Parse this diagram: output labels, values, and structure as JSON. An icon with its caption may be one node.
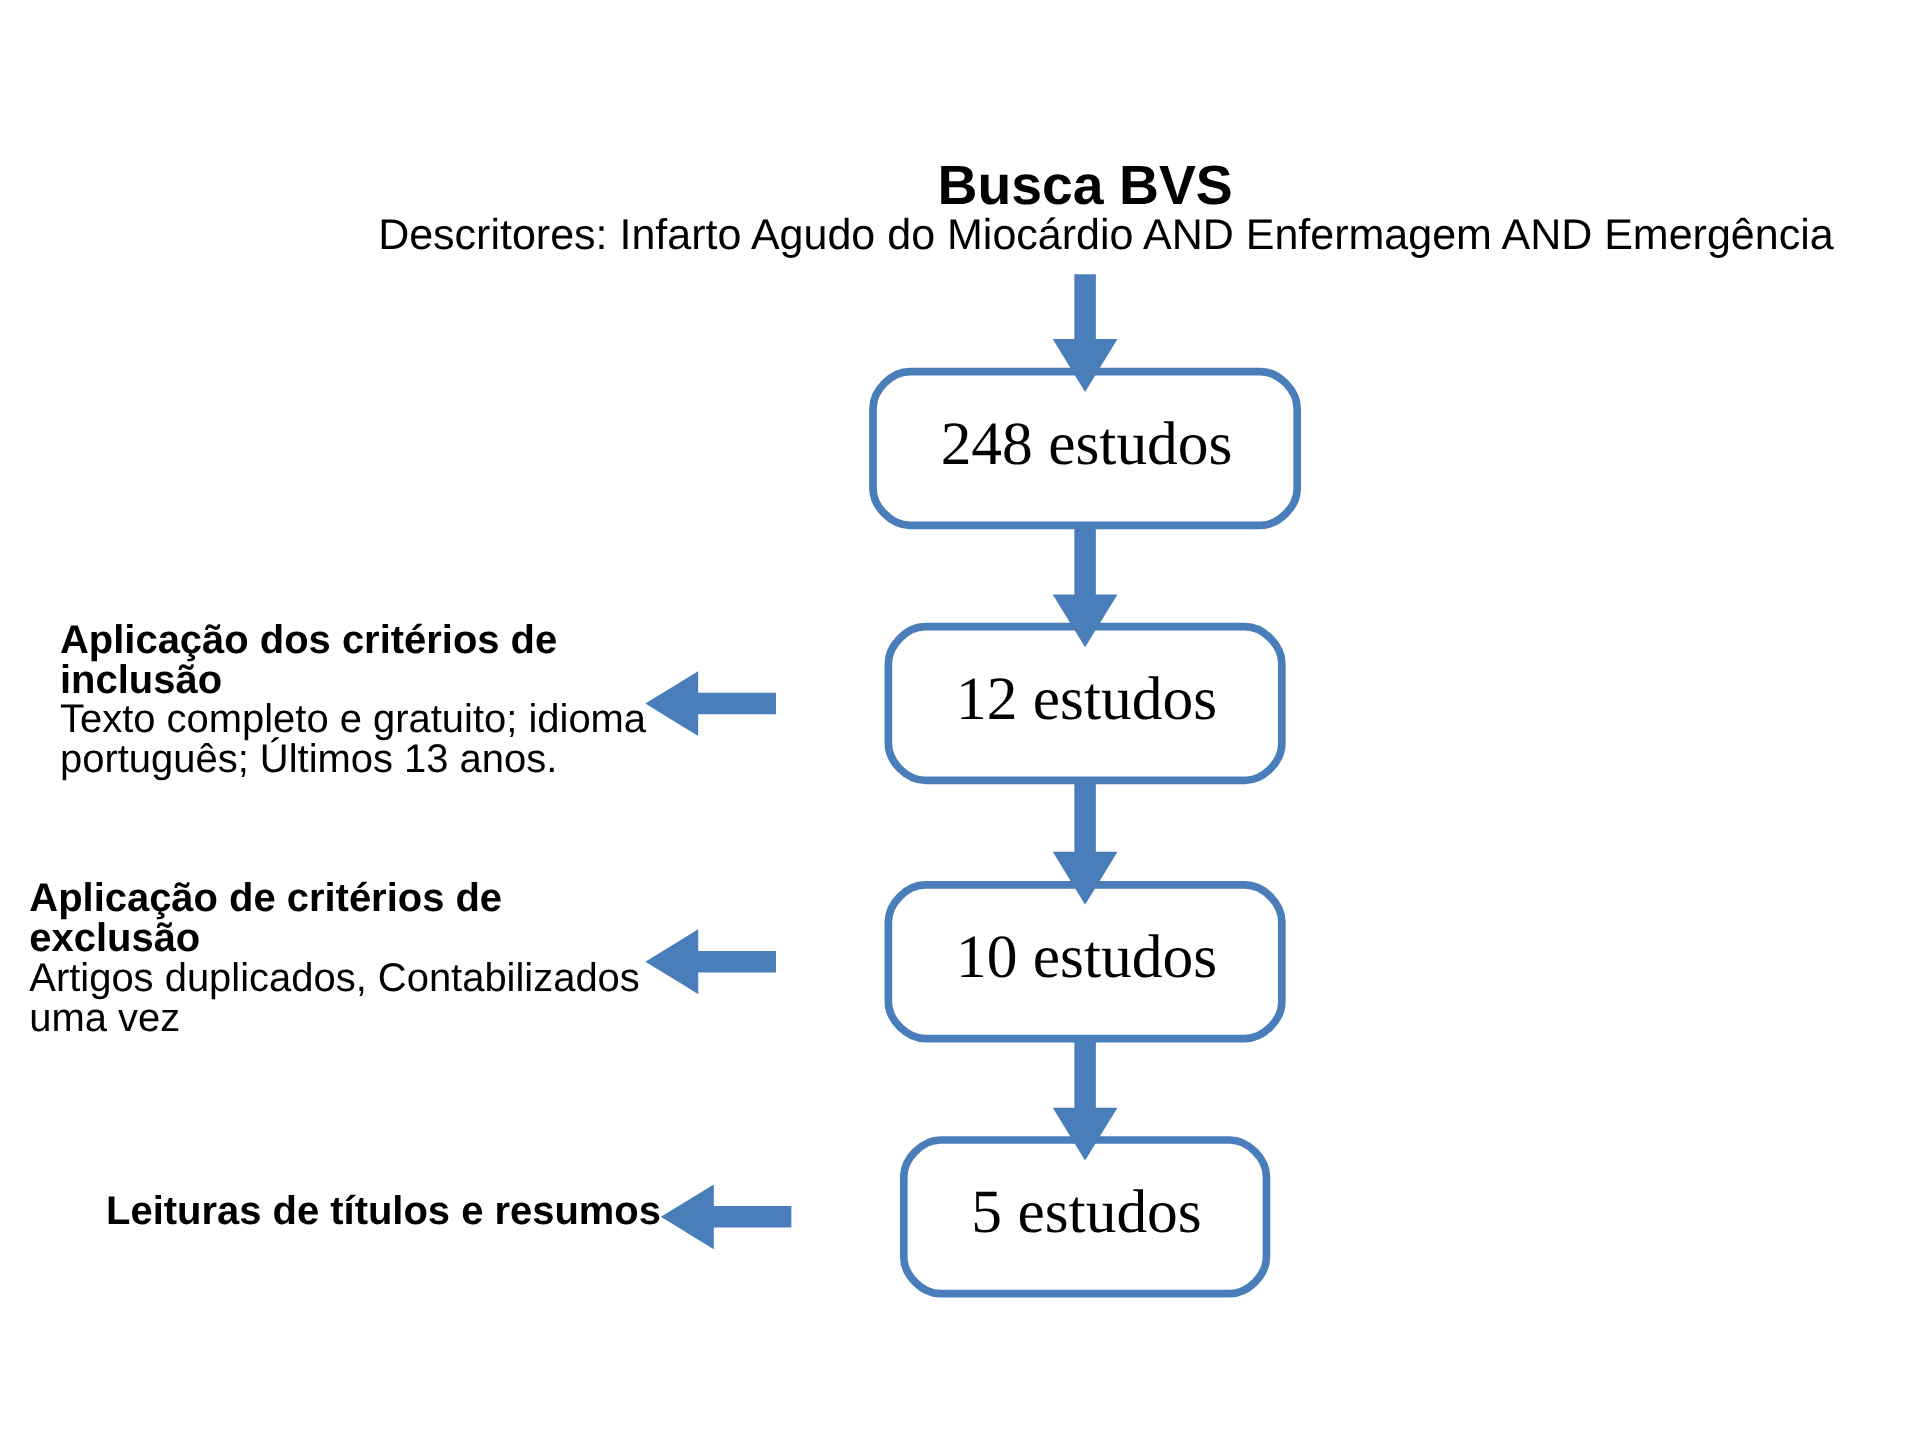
{
  "diagram": {
    "nodes": [
      {
        "text": [
          "Busca BVS",
          "Descritores: Infarto Agudo do Miocárdio AND Enfermagem AND Emergência"
        ]
      },
      {
        "text": [
          "248 estudos"
        ]
      },
      {
        "text": [
          "12 estudos"
        ]
      },
      {
        "text": [
          "10 estudos"
        ]
      },
      {
        "text": [
          "5 estudos"
        ]
      },
      {
        "text": [
          "Aplicação dos critérios de inclusão",
          "Texto completo e gratuito; idioma português; Últimos 13 anos."
        ]
      },
      {
        "text": [
          "Aplicação de critérios de exclusão",
          "Artigos duplicados, Contabilizados uma vez"
        ]
      },
      {
        "text": [
          "Leituras de títulos e resumos"
        ]
      }
    ],
    "edges": [
      {
        "from": 0,
        "to": 1,
        "arrow": "to"
      },
      {
        "from": 1,
        "to": 2,
        "arrow": "to"
      },
      {
        "from": 2,
        "to": 3,
        "arrow": "to"
      },
      {
        "from": 3,
        "to": 4,
        "arrow": "to"
      },
      {
        "from": null,
        "to": 5,
        "arrow": "to"
      },
      {
        "from": null,
        "to": 6,
        "arrow": "to"
      },
      {
        "from": null,
        "to": 7,
        "arrow": "to"
      }
    ]
  }
}
